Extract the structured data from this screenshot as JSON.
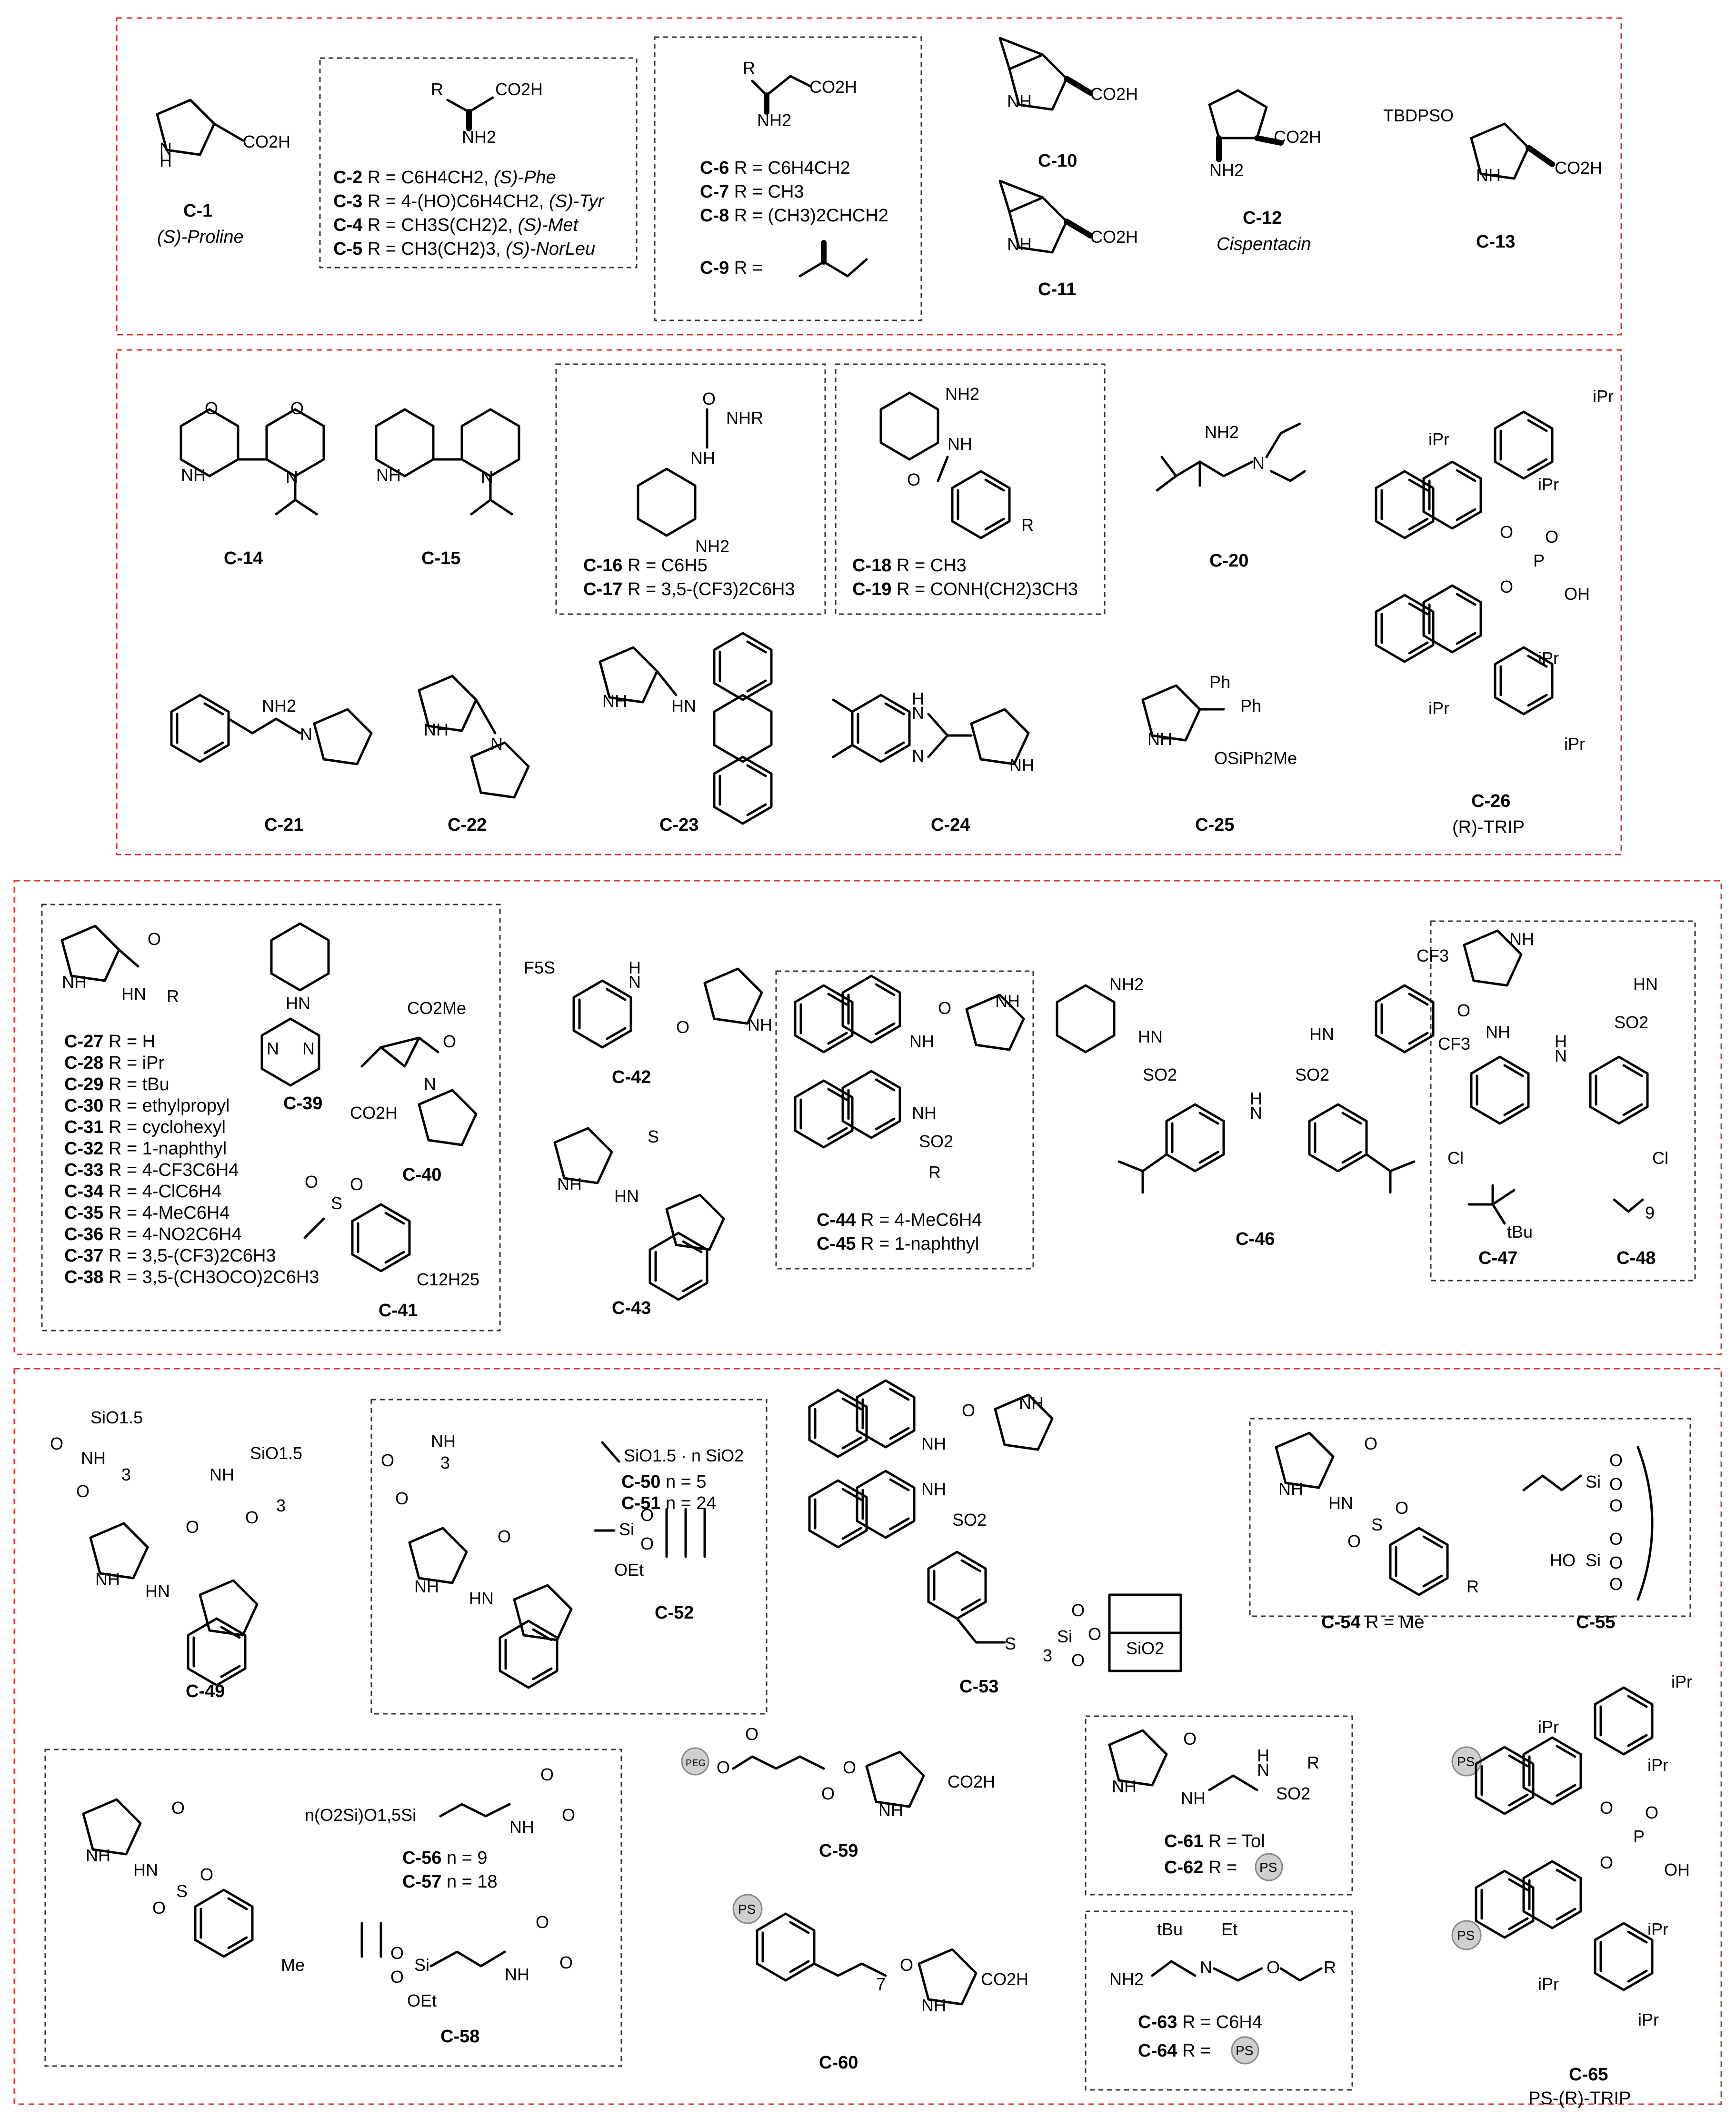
{
  "catalysts": {
    "c1": {
      "id": "C-1",
      "name": "(S)-Proline"
    },
    "c2_5": [
      {
        "id": "C-2",
        "r": "R = C6H4CH2, ",
        "name": "(S)-Phe"
      },
      {
        "id": "C-3",
        "r": "R = 4-(HO)C6H4CH2, ",
        "name": "(S)-Tyr"
      },
      {
        "id": "C-4",
        "r": "R = CH3S(CH2)2, ",
        "name": "(S)-Met"
      },
      {
        "id": "C-5",
        "r": "R = CH3(CH2)3, ",
        "name": "(S)-NorLeu"
      }
    ],
    "c6_9": [
      {
        "id": "C-6",
        "r": "R = C6H4CH2"
      },
      {
        "id": "C-7",
        "r": "R = CH3"
      },
      {
        "id": "C-8",
        "r": "R = (CH3)2CHCH2"
      },
      {
        "id": "C-9",
        "r": "R ="
      }
    ],
    "c10": "C-10",
    "c11": "C-11",
    "c12": {
      "id": "C-12",
      "name": "Cispentacin"
    },
    "c13": "C-13",
    "c14": "C-14",
    "c15": "C-15",
    "c16": {
      "id": "C-16",
      "r": "R = C6H5"
    },
    "c17": {
      "id": "C-17",
      "r": "R = 3,5-(CF3)2C6H3"
    },
    "c18": {
      "id": "C-18",
      "r": "R = CH3"
    },
    "c19": {
      "id": "C-19",
      "r": "R = CONH(CH2)3CH3"
    },
    "c20": "C-20",
    "c21": "C-21",
    "c22": "C-22",
    "c23": "C-23",
    "c24": "C-24",
    "c25": "C-25",
    "c26": {
      "id": "C-26",
      "name": "(R)-TRIP"
    },
    "c27_38": [
      {
        "id": "C-27",
        "r": "R = H"
      },
      {
        "id": "C-28",
        "r": "R = iPr"
      },
      {
        "id": "C-29",
        "r": "R = tBu"
      },
      {
        "id": "C-30",
        "r": "R = ethylpropyl"
      },
      {
        "id": "C-31",
        "r": "R = cyclohexyl"
      },
      {
        "id": "C-32",
        "r": "R = 1-naphthyl"
      },
      {
        "id": "C-33",
        "r": "R = 4-CF3C6H4"
      },
      {
        "id": "C-34",
        "r": "R = 4-ClC6H4"
      },
      {
        "id": "C-35",
        "r": "R = 4-MeC6H4"
      },
      {
        "id": "C-36",
        "r": "R = 4-NO2C6H4"
      },
      {
        "id": "C-37",
        "r": "R = 3,5-(CF3)2C6H3"
      },
      {
        "id": "C-38",
        "r": "R = 3,5-(CH3OCO)2C6H3"
      }
    ],
    "c39": "C-39",
    "c40": "C-40",
    "c41": "C-41",
    "c42": "C-42",
    "c43": "C-43",
    "c44": {
      "id": "C-44",
      "r": "R = 4-MeC6H4"
    },
    "c45": {
      "id": "C-45",
      "r": "R = 1-naphthyl"
    },
    "c46": "C-46",
    "c47": "C-47",
    "c48": "C-48",
    "c49": "C-49",
    "c50": {
      "id": "C-50",
      "r": "n = 5"
    },
    "c51": {
      "id": "C-51",
      "r": "n = 24"
    },
    "c52": "C-52",
    "c53": "C-53",
    "c54": {
      "id": "C-54",
      "r": "R = Me"
    },
    "c55": "C-55",
    "c56": {
      "id": "C-56",
      "r": "n = 9"
    },
    "c57": {
      "id": "C-57",
      "r": "n = 18"
    },
    "c58": "C-58",
    "c59": "C-59",
    "c60": "C-60",
    "c61": {
      "id": "C-61",
      "r": "R = Tol"
    },
    "c62": {
      "id": "C-62",
      "r": "R ="
    },
    "c63": {
      "id": "C-63",
      "r": "R = C6H4"
    },
    "c64": {
      "id": "C-64",
      "r": "R ="
    },
    "c65": {
      "id": "C-65",
      "name": "PS-(R)-TRIP"
    }
  },
  "atoms": {
    "co2h": "CO2H",
    "co2me": "CO2Me",
    "nh": "NH",
    "h": "H",
    "n": "N",
    "o": "O",
    "s": "S",
    "p": "P",
    "oh": "OH",
    "nh2": "NH2",
    "nhr": "NHR",
    "hn": "HN",
    "r": "R",
    "tbdpso": "TBDPSO",
    "ipr": "iPr",
    "ph": "Ph",
    "osiph2me": "OSiPh2Me",
    "f5s": "F5S",
    "cf3": "CF3",
    "so2": "SO2",
    "cl": "Cl",
    "tbu": "tBu",
    "et": "Et",
    "oet": "OEt",
    "si": "Si",
    "sio15": "SiO1.5",
    "sio15nsio2": "SiO1.5 · n SiO2",
    "sio2": "SiO2",
    "ho": "HO",
    "c12h25": "C12H25",
    "me": "Me",
    "peg": "PEG",
    "ps": "PS",
    "no2sio": "n(O2Si)O1,5Si",
    "three": "3",
    "seven": "7",
    "nine": "9"
  }
}
